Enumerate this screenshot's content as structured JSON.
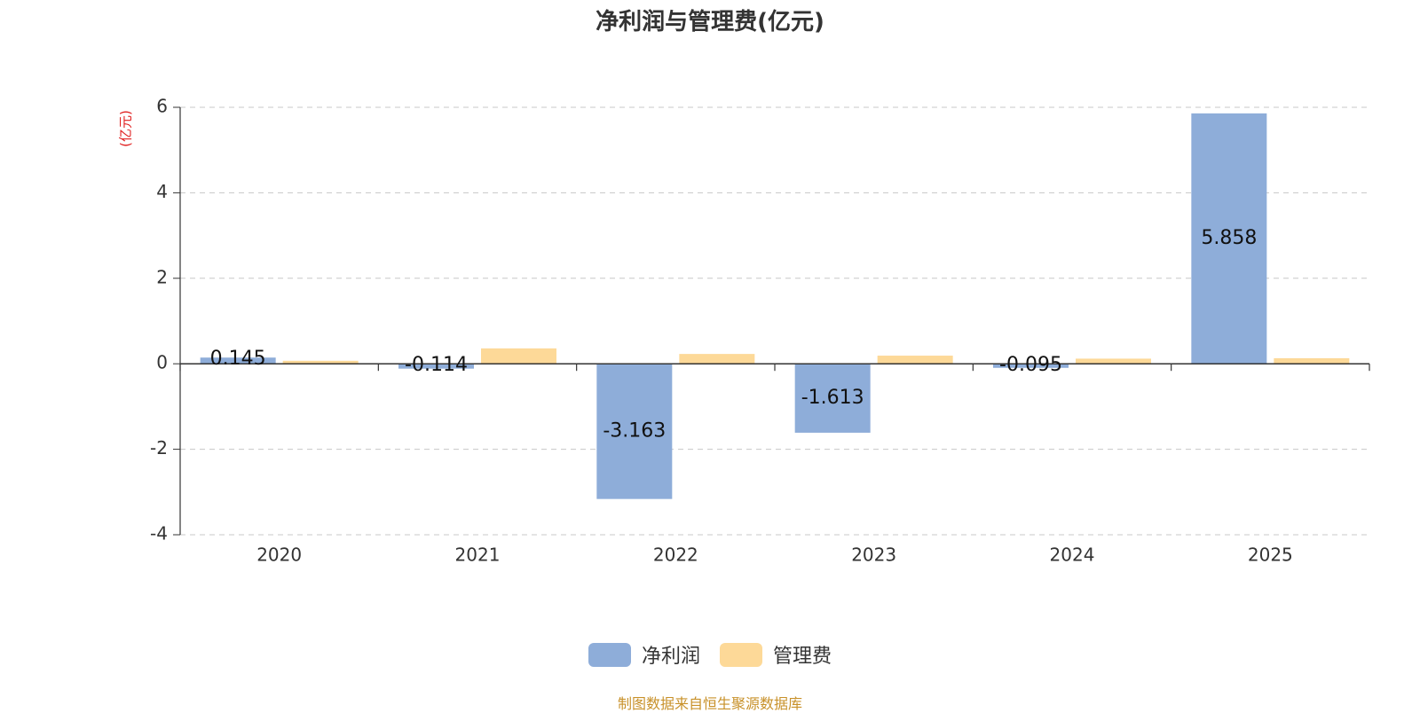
{
  "chart_data": {
    "type": "bar",
    "title": "净利润与管理费(亿元)",
    "y_unit_label": "(亿元)",
    "categories": [
      "2020",
      "2021",
      "2022",
      "2023",
      "2024",
      "2025"
    ],
    "series": [
      {
        "name": "净利润",
        "color": "#8eadd9",
        "values": [
          0.145,
          -0.114,
          -3.163,
          -1.613,
          -0.095,
          5.858
        ],
        "labels": [
          "0.145",
          "-0.114",
          "-3.163",
          "-1.613",
          "-0.095",
          "5.858"
        ]
      },
      {
        "name": "管理费",
        "color": "#fdd998",
        "values": [
          0.07,
          0.36,
          0.23,
          0.19,
          0.12,
          0.13
        ]
      }
    ],
    "ylim": [
      -4,
      6
    ],
    "yticks": [
      -4,
      -2,
      0,
      2,
      4,
      6
    ],
    "grid": true,
    "legend_position": "bottom-center"
  },
  "footer": {
    "source": "制图数据来自恒生聚源数据库"
  }
}
